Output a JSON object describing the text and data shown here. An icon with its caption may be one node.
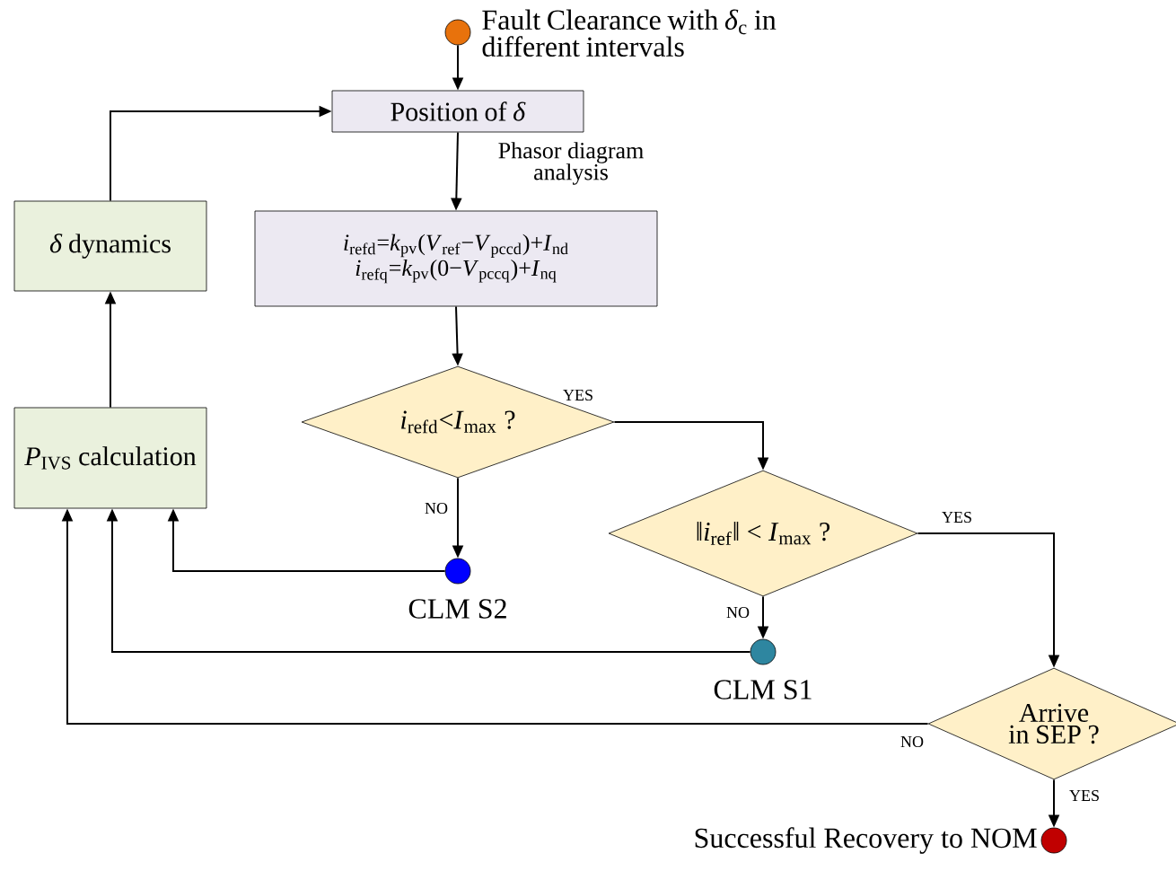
{
  "diagram": {
    "nodes": [
      {
        "text": [],
        "shape": "circle",
        "beside": [
          "Fault Clearance with *δ*$_{c}$ in different intervals"
        ]
      },
      {
        "text": [
          "Position of *δ*"
        ]
      },
      {
        "text": [
          "*i*$_{refd}$=*k*$_{pv}$(*V*$_{ref}$−*V*$_{pccd}$)+*I*$_{nd}$",
          "*i*$_{refq}$=*k*$_{pv}$(0−*V*$_{pccq}$)+*I*$_{nq}$"
        ]
      },
      {
        "text": [
          "*i*$_{refd}$<*I*$_{max}$ ?"
        ]
      },
      {
        "text": [],
        "shape": "circle",
        "beside": [
          "CLM S2"
        ]
      },
      {
        "text": [
          "‖*i*$_{ref}$‖ < *I*$_{max}$ ?"
        ]
      },
      {
        "text": [],
        "shape": "circle",
        "beside": [
          "CLM S1"
        ]
      },
      {
        "text": [
          "Arrive in SEP ?"
        ]
      },
      {
        "text": [],
        "shape": "circle",
        "beside": [
          "Successful Recovery to NOM"
        ]
      },
      {
        "text": [
          "*P*$_{IVS}$ calculation"
        ]
      },
      {
        "text": [
          "*δ* dynamics"
        ]
      }
    ],
    "edges": [
      {
        "from": 0,
        "to": 1,
        "arrow": "to"
      },
      {
        "from": 1,
        "to": 2,
        "arrow": "to",
        "label": "Phasor diagram analysis"
      },
      {
        "from": 2,
        "to": 3,
        "arrow": "to"
      },
      {
        "from": 3,
        "to": 5,
        "arrow": "to",
        "label": "YES"
      },
      {
        "from": 3,
        "to": 4,
        "arrow": "to",
        "label": "NO"
      },
      {
        "from": 5,
        "to": 6,
        "arrow": "to",
        "label": "NO"
      },
      {
        "from": 5,
        "to": 7,
        "arrow": "to",
        "label": "YES"
      },
      {
        "from": 7,
        "to": 8,
        "arrow": "to",
        "label": "YES"
      },
      {
        "from": 7,
        "to": 9,
        "arrow": "to",
        "label": "NO"
      },
      {
        "from": 4,
        "to": 9,
        "arrow": "to"
      },
      {
        "from": 6,
        "to": 9,
        "arrow": "to"
      },
      {
        "from": 9,
        "to": 10,
        "arrow": "to"
      },
      {
        "from": 10,
        "to": 1,
        "arrow": "to"
      }
    ]
  }
}
